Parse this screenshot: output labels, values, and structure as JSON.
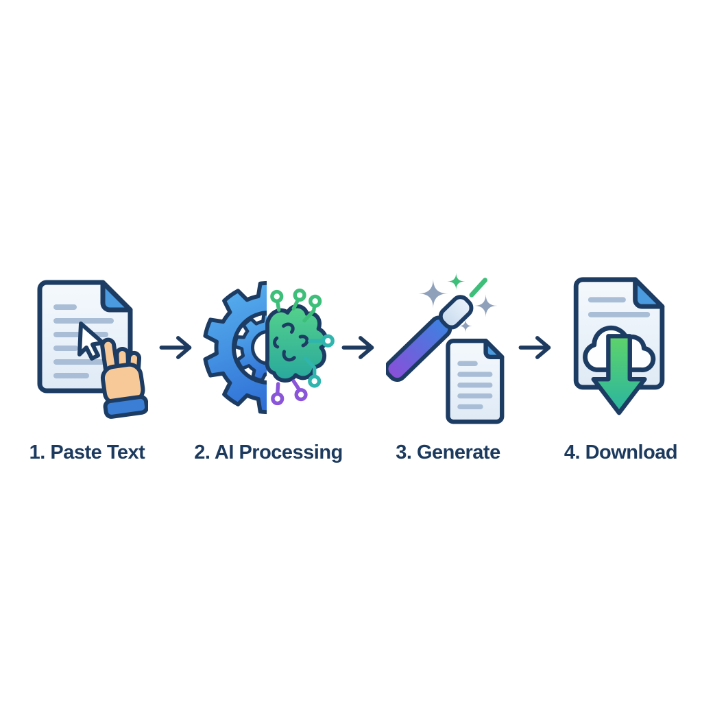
{
  "flow": {
    "steps": [
      {
        "label": "1. Paste Text",
        "icon": "paste-text-icon"
      },
      {
        "label": "2. AI Processing",
        "icon": "ai-processing-icon"
      },
      {
        "label": "3. Generate",
        "icon": "generate-icon"
      },
      {
        "label": "4. Download",
        "icon": "download-icon"
      }
    ],
    "connector_icon": "right-arrow-icon"
  },
  "colors": {
    "page-bg": "#ffffff",
    "outline-navy": "#1d3c63",
    "label-text": "#1c3a5e",
    "arrow-navy": "#1e3a5f",
    "doc-fill-light": "#f5f9fd",
    "doc-fill-dark": "#dfeaf6",
    "doc-fold": "#4a9bdf",
    "doc-line": "#a9bed6",
    "gear-blue-light": "#5ab5ef",
    "gear-blue-dark": "#2f6fd6",
    "brain-green-light": "#55d18b",
    "brain-teal-dark": "#28a89d",
    "circuit-green": "#3dbf7a",
    "circuit-teal": "#2fb5ad",
    "circuit-purple": "#8a55d9",
    "wand-purple": "#8a4fd8",
    "wand-blue": "#3b82e0",
    "wand-tip-light": "#eaf2fb",
    "wand-tip-dark": "#c9dbee",
    "sparkle-gray": "#8fa0bb",
    "sparkle-green": "#3dbf7a",
    "hand-skin": "#f8c998",
    "hand-skin-dark": "#f3b87e",
    "cuff-blue": "#3a7fd5",
    "dl-green-light": "#5ed36a",
    "dl-green-dark": "#2ab5a0",
    "cloud-fill": "#fdfeff"
  }
}
